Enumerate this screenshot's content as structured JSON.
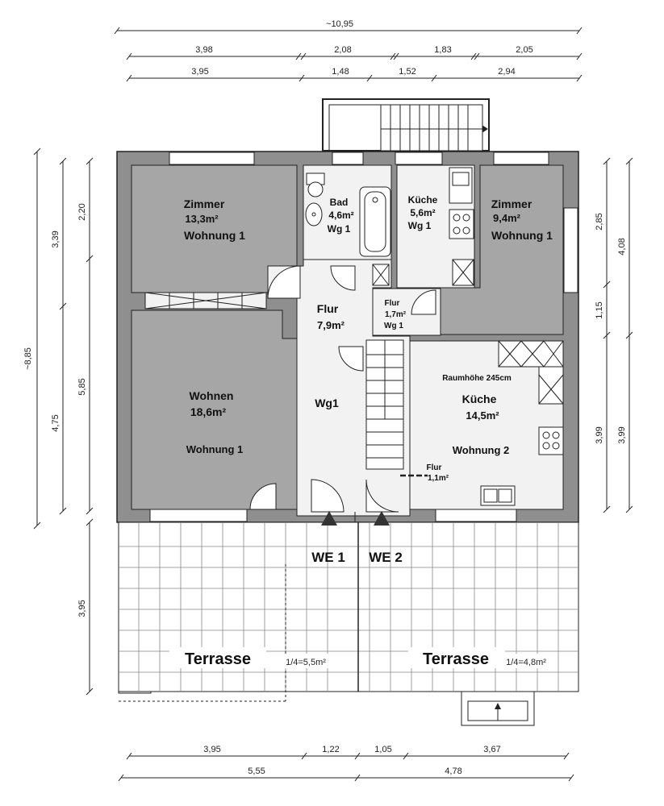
{
  "plan": {
    "dimensions": {
      "top_total": "~10,95",
      "top_row1": [
        "3,98",
        "2,08",
        "1,83",
        "2,05"
      ],
      "top_row2": [
        "3,95",
        "1,48",
        "1,52",
        "2,94"
      ],
      "left_total": "~8,85",
      "left_outer": [
        "3,39",
        "4,75"
      ],
      "left_inner": [
        "2,20",
        "5,85"
      ],
      "left_terrace": "3,95",
      "right_inner": [
        "2,85",
        "1,15",
        "3,99"
      ],
      "right_outer": [
        "4,08",
        "3,99"
      ],
      "bottom_row1": [
        "3,95",
        "1,22",
        "1,05",
        "3,67"
      ],
      "bottom_row2": [
        "5,55",
        "4,78"
      ]
    },
    "rooms": {
      "zimmer1": {
        "name": "Zimmer",
        "area": "13,3m²",
        "unit": "Wohnung 1"
      },
      "bad": {
        "name": "Bad",
        "area": "4,6m²",
        "unit": "Wg 1"
      },
      "kueche1": {
        "name": "Küche",
        "area": "5,6m²",
        "unit": "Wg 1"
      },
      "zimmer2": {
        "name": "Zimmer",
        "area": "9,4m²",
        "unit": "Wohnung 1"
      },
      "flur1": {
        "name": "Flur",
        "area": "7,9m²"
      },
      "flur_small": {
        "name": "Flur",
        "area": "1,7m²",
        "unit": "Wg 1"
      },
      "wohnen": {
        "name": "Wohnen",
        "area": "18,6m²",
        "unit": "Wohnung 1"
      },
      "wg1": {
        "name": "Wg1"
      },
      "kueche2": {
        "height_note": "Raumhöhe 245cm",
        "name": "Küche",
        "area": "14,5m²",
        "unit": "Wohnung 2"
      },
      "flur2": {
        "name": "Flur",
        "area": "1,1m²"
      }
    },
    "entrances": {
      "we1": "WE 1",
      "we2": "WE 2"
    },
    "terraces": {
      "left": {
        "name": "Terrasse",
        "share": "1/4=5,5m²"
      },
      "right": {
        "name": "Terrasse",
        "share": "1/4=4,8m²"
      }
    },
    "colors": {
      "wall": "#8f8f8f",
      "room_fill": "#a6a6a6",
      "floor_light": "#f2f2f2",
      "line": "#222222"
    }
  }
}
